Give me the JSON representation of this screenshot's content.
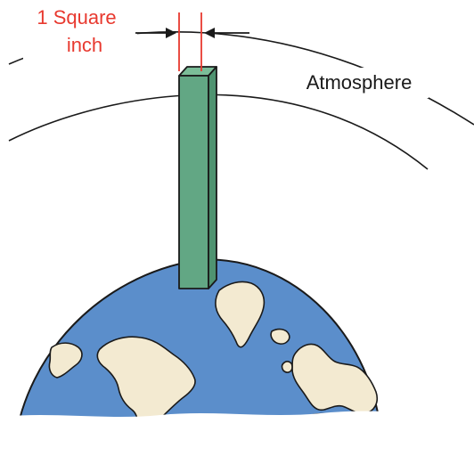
{
  "labels": {
    "square_line1": "1 Square",
    "square_line2": "inch",
    "atmosphere": "Atmosphere"
  },
  "colors": {
    "label_red": "#e8392f",
    "column_fill": "#62a784",
    "column_side": "#4f9370",
    "ocean": "#5b8ecb",
    "land": "#f3ead1",
    "outline": "#1a1a1a"
  }
}
